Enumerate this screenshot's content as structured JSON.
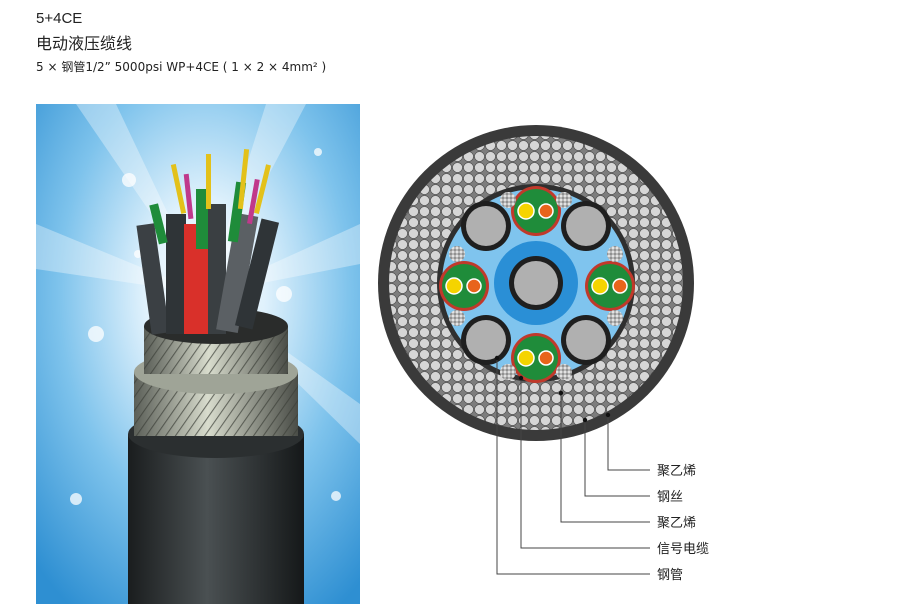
{
  "header": {
    "code": "5+4CE",
    "name": "电动液压缆线",
    "spec": "5 × 钢管1/2” 5000psi WP+4CE ( 1 × 2 × 4mm² )"
  },
  "photo": {
    "subject": "cable-cutaway-photo"
  },
  "diagram": {
    "labels": [
      "聚乙烯",
      "钢丝",
      "聚乙烯",
      "信号电缆",
      "钢管"
    ]
  },
  "colors": {
    "outer_jacket": "#3a3a3a",
    "armor_wire": "#d2d2d2",
    "inner_fill": "#7fc4ee",
    "center_fill": "#2a8fd6",
    "signal_green": "#1f8c3a",
    "signal_red": "#c0392b",
    "conductor_yellow": "#f5d400",
    "conductor_orange": "#e8641b",
    "steel_tube": "#b0b0b0"
  }
}
